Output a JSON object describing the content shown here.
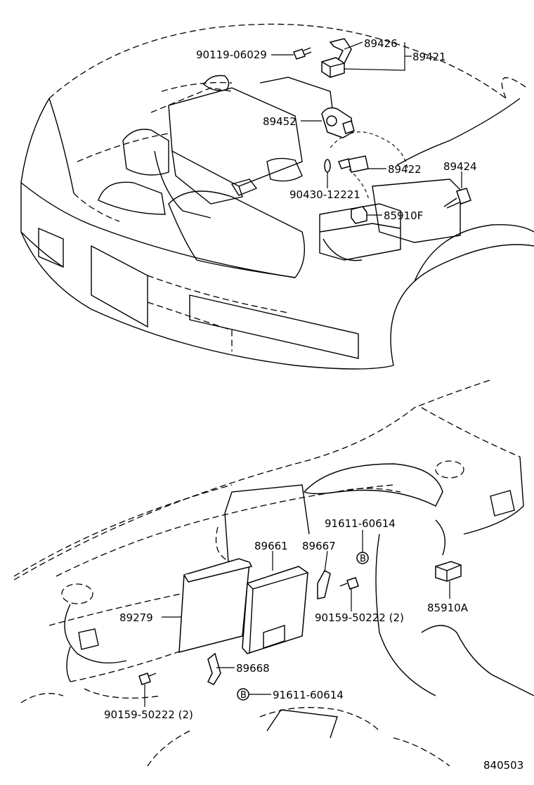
{
  "labels": {
    "p90119_06029": "90119-06029",
    "p89426": "89426",
    "p89421": "89421",
    "p89452": "89452",
    "p89422": "89422",
    "p89424": "89424",
    "p90430_12221": "90430-12221",
    "p85910F": "85910F",
    "p91611_60614_top": "91611-60614",
    "p89661": "89661",
    "p89667": "89667",
    "p89279": "89279",
    "p90159_50222_right": "90159-50222 (2)",
    "p85910A": "85910A",
    "p89668": "89668",
    "p90159_50222_left": "90159-50222 (2)",
    "p91611_60614_bottom": "91611-60614",
    "marker_b_top": "B",
    "marker_b_bottom": "B"
  },
  "figure_number": "840503"
}
